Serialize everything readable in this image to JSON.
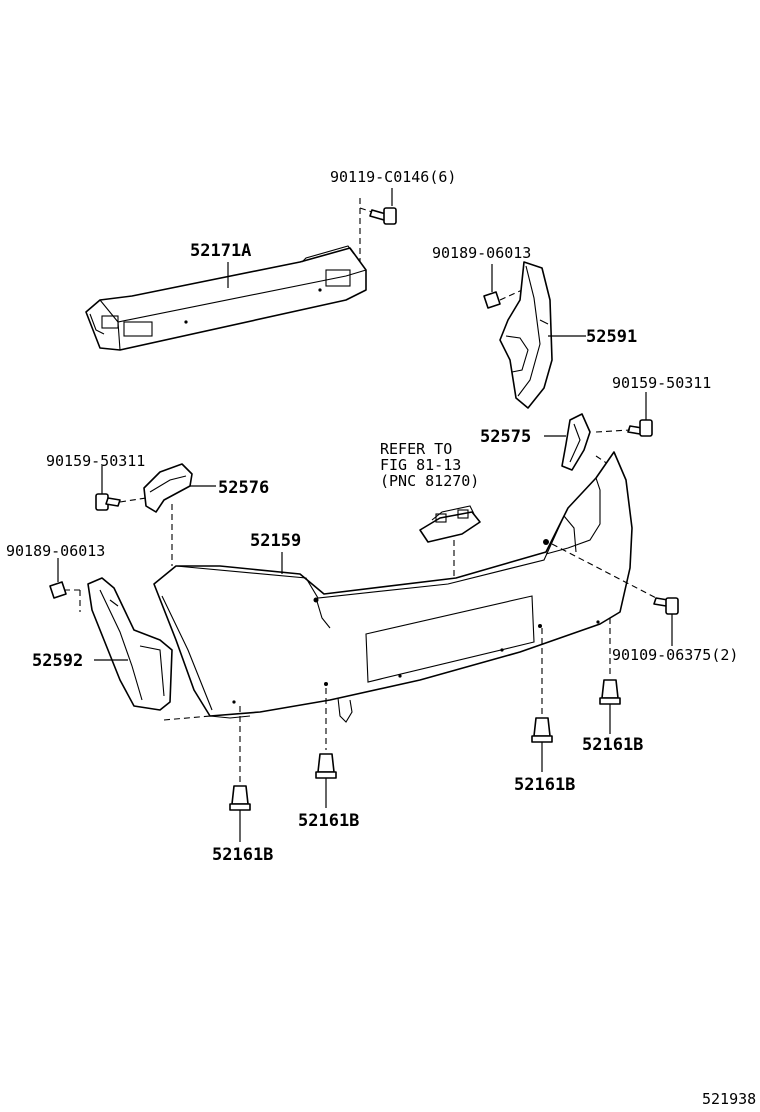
{
  "labels": {
    "bolt_top": "90119-C0146(6)",
    "reinforcement": "52171A",
    "clip_nut_right": "90189-06013",
    "retainer_right": "52591",
    "screw_right": "90159-50311",
    "bracket_right": "52575",
    "refer_line1": "REFER TO",
    "refer_line2": "FIG 81-13",
    "refer_line3": "(PNC 81270)",
    "screw_left": "90159-50311",
    "bracket_left": "52576",
    "clip_nut_left": "90189-06013",
    "bumper_cover": "52159",
    "bolt_lower_right": "90109-06375(2)",
    "retainer_left": "52592",
    "clip_far_right": "52161B",
    "clip_mid_right": "52161B",
    "clip_mid": "52161B",
    "clip_left": "52161B",
    "figure_code": "521938"
  }
}
